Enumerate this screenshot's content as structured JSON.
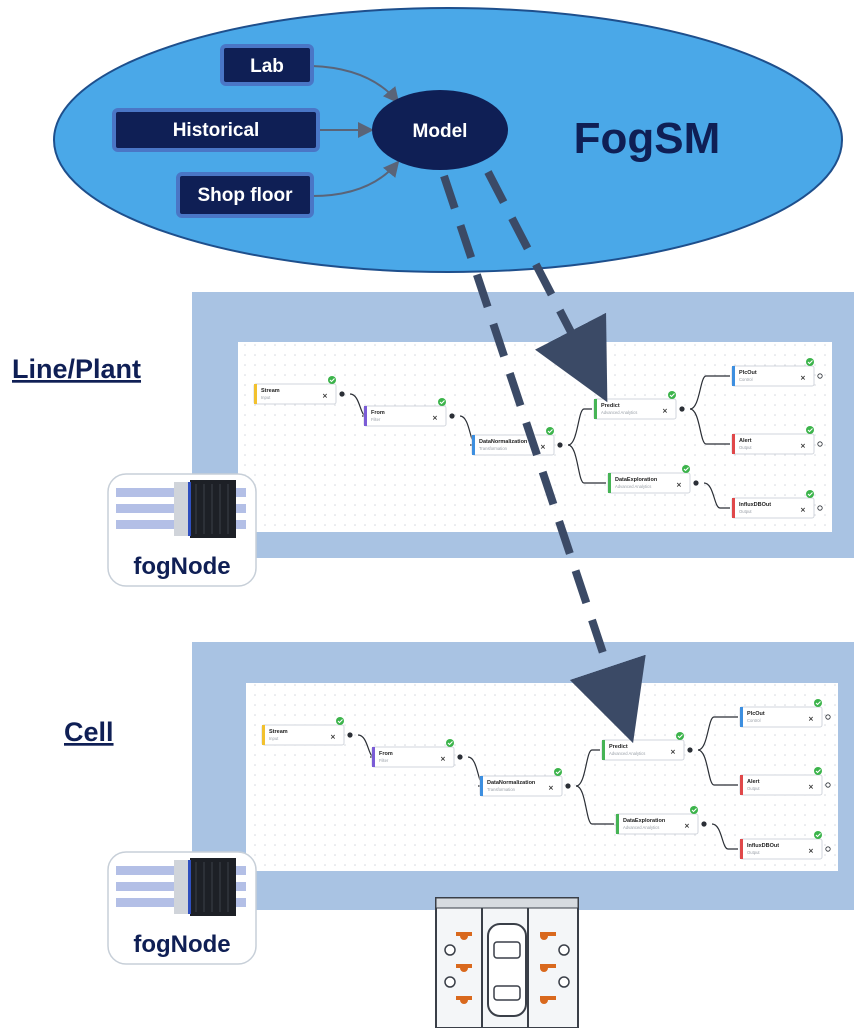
{
  "fogsm": {
    "title": "FogSM",
    "model": "Model",
    "sources": [
      "Lab",
      "Historical",
      "Shop floor"
    ]
  },
  "levels": [
    {
      "label": "Line/Plant",
      "node_label": "fogNode"
    },
    {
      "label": "Cell",
      "node_label": "fogNode"
    }
  ],
  "pipeline": {
    "nodes": [
      {
        "id": "stream",
        "name": "Stream",
        "type": "Input",
        "color": "#f2c12e"
      },
      {
        "id": "from",
        "name": "From",
        "type": "Filter",
        "color": "#7b5cd6"
      },
      {
        "id": "norm",
        "name": "DataNormalization",
        "type": "Transformation",
        "color": "#3d8fe0"
      },
      {
        "id": "predict",
        "name": "Predict",
        "type": "Advanced Analytics",
        "color": "#46b455"
      },
      {
        "id": "explore",
        "name": "DataExploration",
        "type": "Advanced Analytics",
        "color": "#46b455"
      },
      {
        "id": "plcout",
        "name": "PlcOut",
        "type": "Control",
        "color": "#3d8fe0"
      },
      {
        "id": "alert",
        "name": "Alert",
        "type": "Output",
        "color": "#e0484a"
      },
      {
        "id": "influx",
        "name": "InfluxDBOut",
        "type": "Output",
        "color": "#e0484a"
      }
    ]
  },
  "colors": {
    "ellipse": "#4aa8e8",
    "dark_navy": "#0f1f55",
    "panel": "#a9c3e3",
    "arrow": "#3b4a66"
  }
}
